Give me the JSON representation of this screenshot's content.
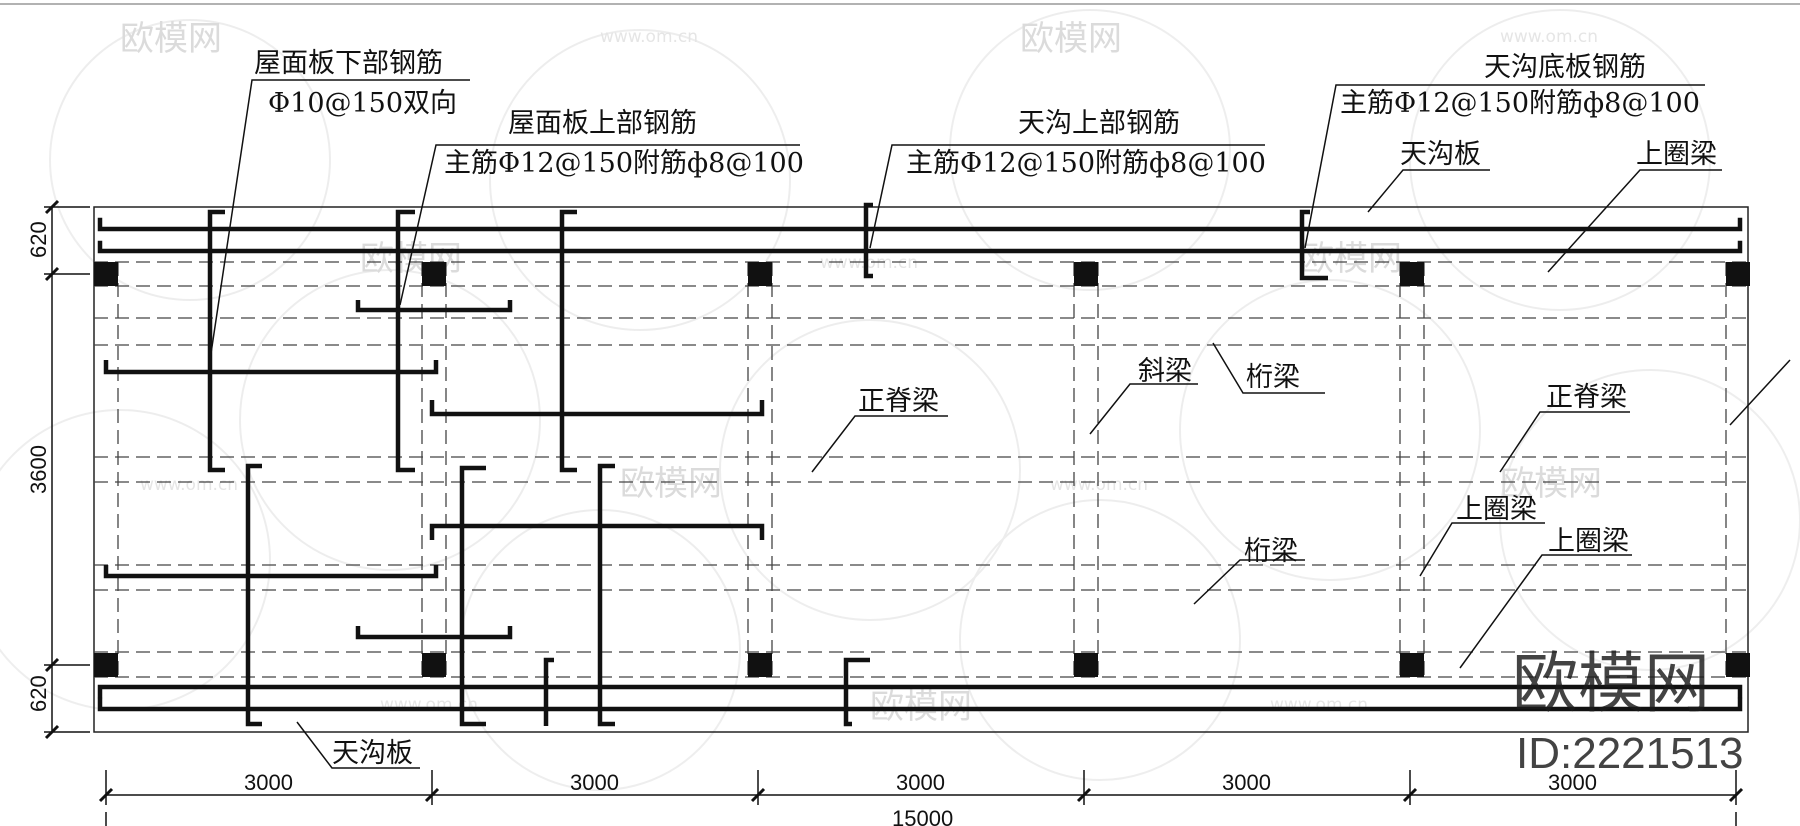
{
  "dimensions": {
    "bays": [
      "3000",
      "3000",
      "3000",
      "3000",
      "3000"
    ],
    "total": "15000",
    "left_top": "620",
    "left_mid": "3600",
    "left_bottom": "620"
  },
  "labels": {
    "slab_bottom_rebar_title": "屋面板下部钢筋",
    "slab_bottom_rebar_spec": "Φ10@150双向",
    "slab_top_rebar_title": "屋面板上部钢筋",
    "slab_top_rebar_spec": "主筋Φ12@150附筋ф8@100",
    "gutter_top_rebar_title": "天沟上部钢筋",
    "gutter_top_rebar_spec": "主筋Φ12@150附筋ф8@100",
    "gutter_bottom_rebar_title": "天沟底板钢筋",
    "gutter_bottom_rebar_spec": "主筋Φ12@150附筋ф8@100",
    "gutter_slab_top": "天沟板",
    "ring_beam_top": "上圈梁",
    "ridge_beam_left": "正脊梁",
    "ridge_beam_right": "正脊梁",
    "diagonal_beam": "斜梁",
    "purlin_beam_upper": "桁梁",
    "purlin_beam_lower": "桁梁",
    "ring_beam_mid": "上圈梁",
    "ring_beam_lower": "上圈梁",
    "gutter_slab_bottom": "天沟板"
  },
  "watermark": {
    "brand": "欧模网",
    "url": "www.om.cn",
    "id": "ID:2221513"
  },
  "colors": {
    "line": "#111111",
    "watermark": "#d8d8d8"
  }
}
